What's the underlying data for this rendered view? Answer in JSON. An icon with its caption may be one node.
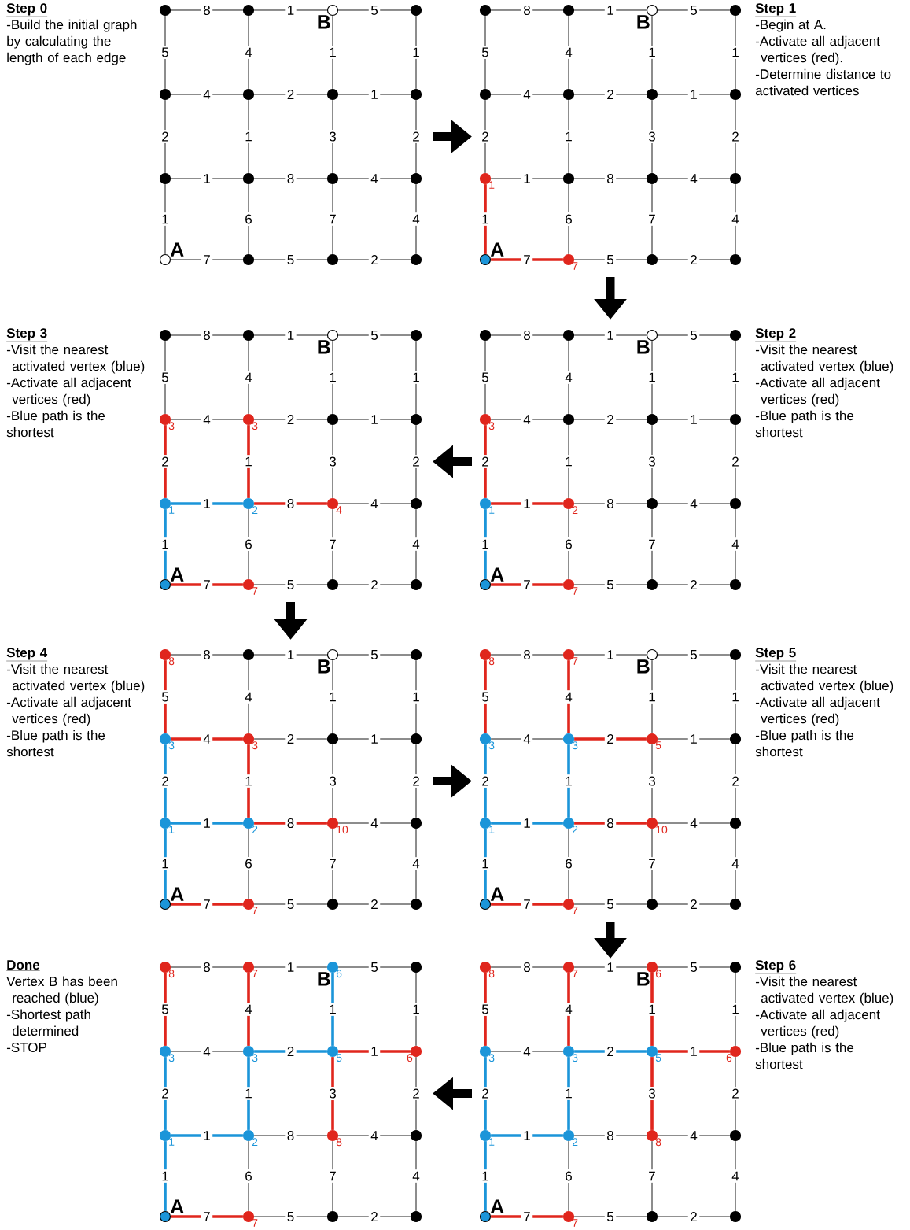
{
  "diagram": {
    "nodes": [
      {
        "text": [],
        "shape": "circle"
      },
      {
        "text": [],
        "shape": "circle"
      },
      {
        "text": [],
        "shape": "circle",
        "beside": [
          "B"
        ]
      },
      {
        "text": [],
        "shape": "circle"
      },
      {
        "text": [],
        "shape": "circle"
      },
      {
        "text": [],
        "shape": "circle"
      },
      {
        "text": [],
        "shape": "circle"
      },
      {
        "text": [],
        "shape": "circle"
      },
      {
        "text": [],
        "shape": "circle"
      },
      {
        "text": [],
        "shape": "circle"
      },
      {
        "text": [],
        "shape": "circle"
      },
      {
        "text": [],
        "shape": "circle"
      },
      {
        "text": [],
        "shape": "circle",
        "beside": [
          "A"
        ]
      },
      {
        "text": [],
        "shape": "circle"
      },
      {
        "text": [],
        "shape": "circle"
      },
      {
        "text": [],
        "shape": "circle"
      },
      {
        "text": [],
        "shape": "circle"
      },
      {
        "text": [],
        "shape": "circle"
      },
      {
        "text": [],
        "shape": "circle",
        "beside": [
          "B"
        ]
      },
      {
        "text": [],
        "shape": "circle"
      },
      {
        "text": [],
        "shape": "circle"
      },
      {
        "text": [],
        "shape": "circle"
      },
      {
        "text": [],
        "shape": "circle"
      },
      {
        "text": [],
        "shape": "circle"
      },
      {
        "text": [],
        "shape": "circle",
        "beside": [
          "1"
        ]
      },
      {
        "text": [],
        "shape": "circle"
      },
      {
        "text": [],
        "shape": "circle"
      },
      {
        "text": [],
        "shape": "circle"
      },
      {
        "text": [],
        "shape": "circle",
        "beside": [
          "A"
        ]
      },
      {
        "text": [],
        "shape": "circle",
        "beside": [
          "7"
        ]
      },
      {
        "text": [],
        "shape": "circle"
      },
      {
        "text": [],
        "shape": "circle"
      },
      {
        "text": [],
        "shape": "circle"
      },
      {
        "text": [],
        "shape": "circle"
      },
      {
        "text": [],
        "shape": "circle",
        "beside": [
          "B"
        ]
      },
      {
        "text": [],
        "shape": "circle"
      },
      {
        "text": [],
        "shape": "circle",
        "beside": [
          "3"
        ]
      },
      {
        "text": [],
        "shape": "circle",
        "beside": [
          "3"
        ]
      },
      {
        "text": [],
        "shape": "circle"
      },
      {
        "text": [],
        "shape": "circle"
      },
      {
        "text": [],
        "shape": "circle",
        "beside": [
          "1"
        ]
      },
      {
        "text": [],
        "shape": "circle",
        "beside": [
          "2"
        ]
      },
      {
        "text": [],
        "shape": "circle",
        "beside": [
          "4"
        ]
      },
      {
        "text": [],
        "shape": "circle"
      },
      {
        "text": [],
        "shape": "circle",
        "beside": [
          "A"
        ]
      },
      {
        "text": [],
        "shape": "circle",
        "beside": [
          "7"
        ]
      },
      {
        "text": [],
        "shape": "circle"
      },
      {
        "text": [],
        "shape": "circle"
      },
      {
        "text": [],
        "shape": "circle"
      },
      {
        "text": [],
        "shape": "circle"
      },
      {
        "text": [],
        "shape": "circle",
        "beside": [
          "B"
        ]
      },
      {
        "text": [],
        "shape": "circle"
      },
      {
        "text": [],
        "shape": "circle",
        "beside": [
          "3"
        ]
      },
      {
        "text": [],
        "shape": "circle"
      },
      {
        "text": [],
        "shape": "circle"
      },
      {
        "text": [],
        "shape": "circle"
      },
      {
        "text": [],
        "shape": "circle",
        "beside": [
          "1"
        ]
      },
      {
        "text": [],
        "shape": "circle",
        "beside": [
          "2"
        ]
      },
      {
        "text": [],
        "shape": "circle"
      },
      {
        "text": [],
        "shape": "circle"
      },
      {
        "text": [],
        "shape": "circle",
        "beside": [
          "A"
        ]
      },
      {
        "text": [],
        "shape": "circle",
        "beside": [
          "7"
        ]
      },
      {
        "text": [],
        "shape": "circle"
      },
      {
        "text": [],
        "shape": "circle"
      },
      {
        "text": [],
        "shape": "circle",
        "beside": [
          "8"
        ]
      },
      {
        "text": [],
        "shape": "circle"
      },
      {
        "text": [],
        "shape": "circle",
        "beside": [
          "B"
        ]
      },
      {
        "text": [],
        "shape": "circle"
      },
      {
        "text": [],
        "shape": "circle",
        "beside": [
          "3"
        ]
      },
      {
        "text": [],
        "shape": "circle",
        "beside": [
          "3"
        ]
      },
      {
        "text": [],
        "shape": "circle"
      },
      {
        "text": [],
        "shape": "circle"
      },
      {
        "text": [],
        "shape": "circle",
        "beside": [
          "1"
        ]
      },
      {
        "text": [],
        "shape": "circle",
        "beside": [
          "2"
        ]
      },
      {
        "text": [],
        "shape": "circle",
        "beside": [
          "10"
        ]
      },
      {
        "text": [],
        "shape": "circle"
      },
      {
        "text": [],
        "shape": "circle",
        "beside": [
          "A"
        ]
      },
      {
        "text": [],
        "shape": "circle",
        "beside": [
          "7"
        ]
      },
      {
        "text": [],
        "shape": "circle"
      },
      {
        "text": [],
        "shape": "circle"
      },
      {
        "text": [],
        "shape": "circle",
        "beside": [
          "8"
        ]
      },
      {
        "text": [],
        "shape": "circle",
        "beside": [
          "7"
        ]
      },
      {
        "text": [],
        "shape": "circle",
        "beside": [
          "B"
        ]
      },
      {
        "text": [],
        "shape": "circle"
      },
      {
        "text": [],
        "shape": "circle",
        "beside": [
          "3"
        ]
      },
      {
        "text": [],
        "shape": "circle",
        "beside": [
          "3"
        ]
      },
      {
        "text": [],
        "shape": "circle",
        "beside": [
          "5"
        ]
      },
      {
        "text": [],
        "shape": "circle"
      },
      {
        "text": [],
        "shape": "circle",
        "beside": [
          "1"
        ]
      },
      {
        "text": [],
        "shape": "circle",
        "beside": [
          "2"
        ]
      },
      {
        "text": [],
        "shape": "circle",
        "beside": [
          "10"
        ]
      },
      {
        "text": [],
        "shape": "circle"
      },
      {
        "text": [],
        "shape": "circle",
        "beside": [
          "A"
        ]
      },
      {
        "text": [],
        "shape": "circle",
        "beside": [
          "7"
        ]
      },
      {
        "text": [],
        "shape": "circle"
      },
      {
        "text": [],
        "shape": "circle"
      },
      {
        "text": [],
        "shape": "circle",
        "beside": [
          "8"
        ]
      },
      {
        "text": [],
        "shape": "circle",
        "beside": [
          "7"
        ]
      },
      {
        "text": [],
        "shape": "circle",
        "beside": [
          "B",
          "6"
        ]
      },
      {
        "text": [],
        "shape": "circle"
      },
      {
        "text": [],
        "shape": "circle",
        "beside": [
          "3"
        ]
      },
      {
        "text": [],
        "shape": "circle",
        "beside": [
          "3"
        ]
      },
      {
        "text": [],
        "shape": "circle",
        "beside": [
          "5"
        ]
      },
      {
        "text": [],
        "shape": "circle",
        "beside": [
          "6"
        ]
      },
      {
        "text": [],
        "shape": "circle",
        "beside": [
          "1"
        ]
      },
      {
        "text": [],
        "shape": "circle",
        "beside": [
          "2"
        ]
      },
      {
        "text": [],
        "shape": "circle",
        "beside": [
          "8"
        ]
      },
      {
        "text": [],
        "shape": "circle"
      },
      {
        "text": [],
        "shape": "circle",
        "beside": [
          "A"
        ]
      },
      {
        "text": [],
        "shape": "circle",
        "beside": [
          "7"
        ]
      },
      {
        "text": [],
        "shape": "circle"
      },
      {
        "text": [],
        "shape": "circle"
      },
      {
        "text": [],
        "shape": "circle",
        "beside": [
          "8"
        ]
      },
      {
        "text": [],
        "shape": "circle",
        "beside": [
          "7"
        ]
      },
      {
        "text": [],
        "shape": "circle",
        "beside": [
          "B",
          "6"
        ]
      },
      {
        "text": [],
        "shape": "circle"
      },
      {
        "text": [],
        "shape": "circle",
        "beside": [
          "3"
        ]
      },
      {
        "text": [],
        "shape": "circle",
        "beside": [
          "3"
        ]
      },
      {
        "text": [],
        "shape": "circle",
        "beside": [
          "5"
        ]
      },
      {
        "text": [],
        "shape": "circle",
        "beside": [
          "6"
        ]
      },
      {
        "text": [],
        "shape": "circle",
        "beside": [
          "1"
        ]
      },
      {
        "text": [],
        "shape": "circle",
        "beside": [
          "2"
        ]
      },
      {
        "text": [],
        "shape": "circle",
        "beside": [
          "8"
        ]
      },
      {
        "text": [],
        "shape": "circle"
      },
      {
        "text": [],
        "shape": "circle",
        "beside": [
          "A"
        ]
      },
      {
        "text": [],
        "shape": "circle",
        "beside": [
          "7"
        ]
      },
      {
        "text": [],
        "shape": "circle"
      },
      {
        "text": [],
        "shape": "circle"
      }
    ],
    "edges": [
      {
        "from": 0,
        "to": 1,
        "arrow": "none",
        "label": "8"
      },
      {
        "from": 1,
        "to": 2,
        "arrow": "none",
        "label": "1"
      },
      {
        "from": 2,
        "to": 3,
        "arrow": "none",
        "label": "5"
      },
      {
        "from": 0,
        "to": 4,
        "arrow": "none",
        "label": "5"
      },
      {
        "from": 1,
        "to": 5,
        "arrow": "none",
        "label": "4"
      },
      {
        "from": 2,
        "to": 6,
        "arrow": "none",
        "label": "1"
      },
      {
        "from": 3,
        "to": 7,
        "arrow": "none",
        "label": "1"
      },
      {
        "from": 4,
        "to": 5,
        "arrow": "none",
        "label": "4"
      },
      {
        "from": 5,
        "to": 6,
        "arrow": "none",
        "label": "2"
      },
      {
        "from": 6,
        "to": 7,
        "arrow": "none",
        "label": "1"
      },
      {
        "from": 4,
        "to": 8,
        "arrow": "none",
        "label": "2"
      },
      {
        "from": 5,
        "to": 9,
        "arrow": "none",
        "label": "1"
      },
      {
        "from": 6,
        "to": 10,
        "arrow": "none",
        "label": "3"
      },
      {
        "from": 7,
        "to": 11,
        "arrow": "none",
        "label": "2"
      },
      {
        "from": 8,
        "to": 9,
        "arrow": "none",
        "label": "1"
      },
      {
        "from": 9,
        "to": 10,
        "arrow": "none",
        "label": "8"
      },
      {
        "from": 10,
        "to": 11,
        "arrow": "none",
        "label": "4"
      },
      {
        "from": 8,
        "to": 12,
        "arrow": "none",
        "label": "1"
      },
      {
        "from": 9,
        "to": 13,
        "arrow": "none",
        "label": "6"
      },
      {
        "from": 10,
        "to": 14,
        "arrow": "none",
        "label": "7"
      },
      {
        "from": 11,
        "to": 15,
        "arrow": "none",
        "label": "4"
      },
      {
        "from": 12,
        "to": 13,
        "arrow": "none",
        "label": "7"
      },
      {
        "from": 13,
        "to": 14,
        "arrow": "none",
        "label": "5"
      },
      {
        "from": 14,
        "to": 15,
        "arrow": "none",
        "label": "2"
      },
      {
        "from": 16,
        "to": 17,
        "arrow": "none",
        "label": "8"
      },
      {
        "from": 17,
        "to": 18,
        "arrow": "none",
        "label": "1"
      },
      {
        "from": 18,
        "to": 19,
        "arrow": "none",
        "label": "5"
      },
      {
        "from": 16,
        "to": 20,
        "arrow": "none",
        "label": "5"
      },
      {
        "from": 17,
        "to": 21,
        "arrow": "none",
        "label": "4"
      },
      {
        "from": 18,
        "to": 22,
        "arrow": "none",
        "label": "1"
      },
      {
        "from": 19,
        "to": 23,
        "arrow": "none",
        "label": "1"
      },
      {
        "from": 20,
        "to": 21,
        "arrow": "none",
        "label": "4"
      },
      {
        "from": 21,
        "to": 22,
        "arrow": "none",
        "label": "2"
      },
      {
        "from": 22,
        "to": 23,
        "arrow": "none",
        "label": "1"
      },
      {
        "from": 20,
        "to": 24,
        "arrow": "none",
        "label": "2"
      },
      {
        "from": 21,
        "to": 25,
        "arrow": "none",
        "label": "1"
      },
      {
        "from": 22,
        "to": 26,
        "arrow": "none",
        "label": "3"
      },
      {
        "from": 23,
        "to": 27,
        "arrow": "none",
        "label": "2"
      },
      {
        "from": 24,
        "to": 25,
        "arrow": "none",
        "label": "1"
      },
      {
        "from": 25,
        "to": 26,
        "arrow": "none",
        "label": "8"
      },
      {
        "from": 26,
        "to": 27,
        "arrow": "none",
        "label": "4"
      },
      {
        "from": 24,
        "to": 28,
        "arrow": "none",
        "label": "1",
        "style": "thick",
        "color": "#e0261d"
      },
      {
        "from": 25,
        "to": 29,
        "arrow": "none",
        "label": "6"
      },
      {
        "from": 26,
        "to": 30,
        "arrow": "none",
        "label": "7"
      },
      {
        "from": 27,
        "to": 31,
        "arrow": "none",
        "label": "4"
      },
      {
        "from": 28,
        "to": 29,
        "arrow": "none",
        "label": "7",
        "style": "thick",
        "color": "#e0261d"
      },
      {
        "from": 29,
        "to": 30,
        "arrow": "none",
        "label": "5"
      },
      {
        "from": 30,
        "to": 31,
        "arrow": "none",
        "label": "2"
      },
      {
        "from": 32,
        "to": 33,
        "arrow": "none",
        "label": "8"
      },
      {
        "from": 33,
        "to": 34,
        "arrow": "none",
        "label": "1"
      },
      {
        "from": 34,
        "to": 35,
        "arrow": "none",
        "label": "5"
      },
      {
        "from": 32,
        "to": 36,
        "arrow": "none",
        "label": "5"
      },
      {
        "from": 33,
        "to": 37,
        "arrow": "none",
        "label": "4"
      },
      {
        "from": 34,
        "to": 38,
        "arrow": "none",
        "label": "1"
      },
      {
        "from": 35,
        "to": 39,
        "arrow": "none",
        "label": "1"
      },
      {
        "from": 36,
        "to": 37,
        "arrow": "none",
        "label": "4"
      },
      {
        "from": 37,
        "to": 38,
        "arrow": "none",
        "label": "2"
      },
      {
        "from": 38,
        "to": 39,
        "arrow": "none",
        "label": "1"
      },
      {
        "from": 36,
        "to": 40,
        "arrow": "none",
        "label": "2",
        "style": "thick",
        "color": "#e0261d"
      },
      {
        "from": 37,
        "to": 41,
        "arrow": "none",
        "label": "1",
        "style": "thick",
        "color": "#e0261d"
      },
      {
        "from": 38,
        "to": 42,
        "arrow": "none",
        "label": "3"
      },
      {
        "from": 39,
        "to": 43,
        "arrow": "none",
        "label": "2"
      },
      {
        "from": 40,
        "to": 41,
        "arrow": "none",
        "label": "1",
        "style": "thick",
        "color": "#1b95d9"
      },
      {
        "from": 41,
        "to": 42,
        "arrow": "none",
        "label": "8",
        "style": "thick",
        "color": "#e0261d"
      },
      {
        "from": 42,
        "to": 43,
        "arrow": "none",
        "label": "4"
      },
      {
        "from": 40,
        "to": 44,
        "arrow": "none",
        "label": "1",
        "style": "thick",
        "color": "#1b95d9"
      },
      {
        "from": 41,
        "to": 45,
        "arrow": "none",
        "label": "6"
      },
      {
        "from": 42,
        "to": 46,
        "arrow": "none",
        "label": "7"
      },
      {
        "from": 43,
        "to": 47,
        "arrow": "none",
        "label": "4"
      },
      {
        "from": 44,
        "to": 45,
        "arrow": "none",
        "label": "7",
        "style": "thick",
        "color": "#e0261d"
      },
      {
        "from": 45,
        "to": 46,
        "arrow": "none",
        "label": "5"
      },
      {
        "from": 46,
        "to": 47,
        "arrow": "none",
        "label": "2"
      },
      {
        "from": 48,
        "to": 49,
        "arrow": "none",
        "label": "8"
      },
      {
        "from": 49,
        "to": 50,
        "arrow": "none",
        "label": "1"
      },
      {
        "from": 50,
        "to": 51,
        "arrow": "none",
        "label": "5"
      },
      {
        "from": 48,
        "to": 52,
        "arrow": "none",
        "label": "5"
      },
      {
        "from": 49,
        "to": 53,
        "arrow": "none",
        "label": "4"
      },
      {
        "from": 50,
        "to": 54,
        "arrow": "none",
        "label": "1"
      },
      {
        "from": 51,
        "to": 55,
        "arrow": "none",
        "label": "1"
      },
      {
        "from": 52,
        "to": 53,
        "arrow": "none",
        "label": "4"
      },
      {
        "from": 53,
        "to": 54,
        "arrow": "none",
        "label": "2"
      },
      {
        "from": 54,
        "to": 55,
        "arrow": "none",
        "label": "1"
      },
      {
        "from": 52,
        "to": 56,
        "arrow": "none",
        "label": "2",
        "style": "thick",
        "color": "#e0261d"
      },
      {
        "from": 53,
        "to": 57,
        "arrow": "none",
        "label": "1"
      },
      {
        "from": 54,
        "to": 58,
        "arrow": "none",
        "label": "3"
      },
      {
        "from": 55,
        "to": 59,
        "arrow": "none",
        "label": "2"
      },
      {
        "from": 56,
        "to": 57,
        "arrow": "none",
        "label": "1",
        "style": "thick",
        "color": "#e0261d"
      },
      {
        "from": 57,
        "to": 58,
        "arrow": "none",
        "label": "8"
      },
      {
        "from": 58,
        "to": 59,
        "arrow": "none",
        "label": "4"
      },
      {
        "from": 56,
        "to": 60,
        "arrow": "none",
        "label": "1",
        "style": "thick",
        "color": "#1b95d9"
      },
      {
        "from": 57,
        "to": 61,
        "arrow": "none",
        "label": "6"
      },
      {
        "from": 58,
        "to": 62,
        "arrow": "none",
        "label": "7"
      },
      {
        "from": 59,
        "to": 63,
        "arrow": "none",
        "label": "4"
      },
      {
        "from": 60,
        "to": 61,
        "arrow": "none",
        "label": "7",
        "style": "thick",
        "color": "#e0261d"
      },
      {
        "from": 61,
        "to": 62,
        "arrow": "none",
        "label": "5"
      },
      {
        "from": 62,
        "to": 63,
        "arrow": "none",
        "label": "2"
      },
      {
        "from": 64,
        "to": 65,
        "arrow": "none",
        "label": "8"
      },
      {
        "from": 65,
        "to": 66,
        "arrow": "none",
        "label": "1"
      },
      {
        "from": 66,
        "to": 67,
        "arrow": "none",
        "label": "5"
      },
      {
        "from": 64,
        "to": 68,
        "arrow": "none",
        "label": "5",
        "style": "thick",
        "color": "#e0261d"
      },
      {
        "from": 65,
        "to": 69,
        "arrow": "none",
        "label": "4"
      },
      {
        "from": 66,
        "to": 70,
        "arrow": "none",
        "label": "1"
      },
      {
        "from": 67,
        "to": 71,
        "arrow": "none",
        "label": "1"
      },
      {
        "from": 68,
        "to": 69,
        "arrow": "none",
        "label": "4",
        "style": "thick",
        "color": "#e0261d"
      },
      {
        "from": 69,
        "to": 70,
        "arrow": "none",
        "label": "2"
      },
      {
        "from": 70,
        "to": 71,
        "arrow": "none",
        "label": "1"
      },
      {
        "from": 68,
        "to": 72,
        "arrow": "none",
        "label": "2",
        "style": "thick",
        "color": "#1b95d9"
      },
      {
        "from": 69,
        "to": 73,
        "arrow": "none",
        "label": "1",
        "style": "thick",
        "color": "#e0261d"
      },
      {
        "from": 70,
        "to": 74,
        "arrow": "none",
        "label": "3"
      },
      {
        "from": 71,
        "to": 75,
        "arrow": "none",
        "label": "2"
      },
      {
        "from": 72,
        "to": 73,
        "arrow": "none",
        "label": "1",
        "style": "thick",
        "color": "#1b95d9"
      },
      {
        "from": 73,
        "to": 74,
        "arrow": "none",
        "label": "8",
        "style": "thick",
        "color": "#e0261d"
      },
      {
        "from": 74,
        "to": 75,
        "arrow": "none",
        "label": "4"
      },
      {
        "from": 72,
        "to": 76,
        "arrow": "none",
        "label": "1",
        "style": "thick",
        "color": "#1b95d9"
      },
      {
        "from": 73,
        "to": 77,
        "arrow": "none",
        "label": "6"
      },
      {
        "from": 74,
        "to": 78,
        "arrow": "none",
        "label": "7"
      },
      {
        "from": 75,
        "to": 79,
        "arrow": "none",
        "label": "4"
      },
      {
        "from": 76,
        "to": 77,
        "arrow": "none",
        "label": "7",
        "style": "thick",
        "color": "#e0261d"
      },
      {
        "from": 77,
        "to": 78,
        "arrow": "none",
        "label": "5"
      },
      {
        "from": 78,
        "to": 79,
        "arrow": "none",
        "label": "2"
      },
      {
        "from": 80,
        "to": 81,
        "arrow": "none",
        "label": "8"
      },
      {
        "from": 81,
        "to": 82,
        "arrow": "none",
        "label": "1"
      },
      {
        "from": 82,
        "to": 83,
        "arrow": "none",
        "label": "5"
      },
      {
        "from": 80,
        "to": 84,
        "arrow": "none",
        "label": "5",
        "style": "thick",
        "color": "#e0261d"
      },
      {
        "from": 81,
        "to": 85,
        "arrow": "none",
        "label": "4",
        "style": "thick",
        "color": "#e0261d"
      },
      {
        "from": 82,
        "to": 86,
        "arrow": "none",
        "label": "1"
      },
      {
        "from": 83,
        "to": 87,
        "arrow": "none",
        "label": "1"
      },
      {
        "from": 84,
        "to": 85,
        "arrow": "none",
        "label": "4"
      },
      {
        "from": 85,
        "to": 86,
        "arrow": "none",
        "label": "2",
        "style": "thick",
        "color": "#e0261d"
      },
      {
        "from": 86,
        "to": 87,
        "arrow": "none",
        "label": "1"
      },
      {
        "from": 84,
        "to": 88,
        "arrow": "none",
        "label": "2",
        "style": "thick",
        "color": "#1b95d9"
      },
      {
        "from": 85,
        "to": 89,
        "arrow": "none",
        "label": "1",
        "style": "thick",
        "color": "#1b95d9"
      },
      {
        "from": 86,
        "to": 90,
        "arrow": "none",
        "label": "3"
      },
      {
        "from": 87,
        "to": 91,
        "arrow": "none",
        "label": "2"
      },
      {
        "from": 88,
        "to": 89,
        "arrow": "none",
        "label": "1",
        "style": "thick",
        "color": "#1b95d9"
      },
      {
        "from": 89,
        "to": 90,
        "arrow": "none",
        "label": "8",
        "style": "thick",
        "color": "#e0261d"
      },
      {
        "from": 90,
        "to": 91,
        "arrow": "none",
        "label": "4"
      },
      {
        "from": 88,
        "to": 92,
        "arrow": "none",
        "label": "1",
        "style": "thick",
        "color": "#1b95d9"
      },
      {
        "from": 89,
        "to": 93,
        "arrow": "none",
        "label": "6"
      },
      {
        "from": 90,
        "to": 94,
        "arrow": "none",
        "label": "7"
      },
      {
        "from": 91,
        "to": 95,
        "arrow": "none",
        "label": "4"
      },
      {
        "from": 92,
        "to": 93,
        "arrow": "none",
        "label": "7",
        "style": "thick",
        "color": "#e0261d"
      },
      {
        "from": 93,
        "to": 94,
        "arrow": "none",
        "label": "5"
      },
      {
        "from": 94,
        "to": 95,
        "arrow": "none",
        "label": "2"
      },
      {
        "from": 96,
        "to": 97,
        "arrow": "none",
        "label": "8"
      },
      {
        "from": 97,
        "to": 98,
        "arrow": "none",
        "label": "1"
      },
      {
        "from": 98,
        "to": 99,
        "arrow": "none",
        "label": "5"
      },
      {
        "from": 96,
        "to": 100,
        "arrow": "none",
        "label": "5",
        "style": "thick",
        "color": "#e0261d"
      },
      {
        "from": 97,
        "to": 101,
        "arrow": "none",
        "label": "4",
        "style": "thick",
        "color": "#e0261d"
      },
      {
        "from": 98,
        "to": 102,
        "arrow": "none",
        "label": "1",
        "style": "thick",
        "color": "#1b95d9"
      },
      {
        "from": 99,
        "to": 103,
        "arrow": "none",
        "label": "1"
      },
      {
        "from": 100,
        "to": 101,
        "arrow": "none",
        "label": "4"
      },
      {
        "from": 101,
        "to": 102,
        "arrow": "none",
        "label": "2",
        "style": "thick",
        "color": "#1b95d9"
      },
      {
        "from": 102,
        "to": 103,
        "arrow": "none",
        "label": "1",
        "style": "thick",
        "color": "#e0261d"
      },
      {
        "from": 100,
        "to": 104,
        "arrow": "none",
        "label": "2",
        "style": "thick",
        "color": "#1b95d9"
      },
      {
        "from": 101,
        "to": 105,
        "arrow": "none",
        "label": "1",
        "style": "thick",
        "color": "#1b95d9"
      },
      {
        "from": 102,
        "to": 106,
        "arrow": "none",
        "label": "3",
        "style": "thick",
        "color": "#e0261d"
      },
      {
        "from": 103,
        "to": 107,
        "arrow": "none",
        "label": "2"
      },
      {
        "from": 104,
        "to": 105,
        "arrow": "none",
        "label": "1",
        "style": "thick",
        "color": "#1b95d9"
      },
      {
        "from": 105,
        "to": 106,
        "arrow": "none",
        "label": "8"
      },
      {
        "from": 106,
        "to": 107,
        "arrow": "none",
        "label": "4"
      },
      {
        "from": 104,
        "to": 108,
        "arrow": "none",
        "label": "1",
        "style": "thick",
        "color": "#1b95d9"
      },
      {
        "from": 105,
        "to": 109,
        "arrow": "none",
        "label": "6"
      },
      {
        "from": 106,
        "to": 110,
        "arrow": "none",
        "label": "7"
      },
      {
        "from": 107,
        "to": 111,
        "arrow": "none",
        "label": "4"
      },
      {
        "from": 108,
        "to": 109,
        "arrow": "none",
        "label": "7",
        "style": "thick",
        "color": "#e0261d"
      },
      {
        "from": 109,
        "to": 110,
        "arrow": "none",
        "label": "5"
      },
      {
        "from": 110,
        "to": 111,
        "arrow": "none",
        "label": "2"
      },
      {
        "from": 112,
        "to": 113,
        "arrow": "none",
        "label": "8"
      },
      {
        "from": 113,
        "to": 114,
        "arrow": "none",
        "label": "1"
      },
      {
        "from": 114,
        "to": 115,
        "arrow": "none",
        "label": "5"
      },
      {
        "from": 112,
        "to": 116,
        "arrow": "none",
        "label": "5",
        "style": "thick",
        "color": "#e0261d"
      },
      {
        "from": 113,
        "to": 117,
        "arrow": "none",
        "label": "4",
        "style": "thick",
        "color": "#e0261d"
      },
      {
        "from": 114,
        "to": 118,
        "arrow": "none",
        "label": "1",
        "style": "thick",
        "color": "#e0261d"
      },
      {
        "from": 115,
        "to": 119,
        "arrow": "none",
        "label": "1"
      },
      {
        "from": 116,
        "to": 117,
        "arrow": "none",
        "label": "4"
      },
      {
        "from": 117,
        "to": 118,
        "arrow": "none",
        "label": "2",
        "style": "thick",
        "color": "#1b95d9"
      },
      {
        "from": 118,
        "to": 119,
        "arrow": "none",
        "label": "1",
        "style": "thick",
        "color": "#e0261d"
      },
      {
        "from": 116,
        "to": 120,
        "arrow": "none",
        "label": "2",
        "style": "thick",
        "color": "#1b95d9"
      },
      {
        "from": 117,
        "to": 121,
        "arrow": "none",
        "label": "1",
        "style": "thick",
        "color": "#1b95d9"
      },
      {
        "from": 118,
        "to": 122,
        "arrow": "none",
        "label": "3",
        "style": "thick",
        "color": "#e0261d"
      },
      {
        "from": 119,
        "to": 123,
        "arrow": "none",
        "label": "2"
      },
      {
        "from": 120,
        "to": 121,
        "arrow": "none",
        "label": "1",
        "style": "thick",
        "color": "#1b95d9"
      },
      {
        "from": 121,
        "to": 122,
        "arrow": "none",
        "label": "8"
      },
      {
        "from": 122,
        "to": 123,
        "arrow": "none",
        "label": "4"
      },
      {
        "from": 120,
        "to": 124,
        "arrow": "none",
        "label": "1",
        "style": "thick",
        "color": "#1b95d9"
      },
      {
        "from": 121,
        "to": 125,
        "arrow": "none",
        "label": "6"
      },
      {
        "from": 122,
        "to": 126,
        "arrow": "none",
        "label": "7"
      },
      {
        "from": 123,
        "to": 127,
        "arrow": "none",
        "label": "4"
      },
      {
        "from": 124,
        "to": 125,
        "arrow": "none",
        "label": "7",
        "style": "thick",
        "color": "#e0261d"
      },
      {
        "from": 125,
        "to": 126,
        "arrow": "none",
        "label": "5"
      },
      {
        "from": 126,
        "to": 127,
        "arrow": "none",
        "label": "2"
      }
    ],
    "labels": [
      "Step 0",
      "-Build the initial graph by calculating the length of each edge",
      "Step 1",
      "-Begin at A.",
      "-Activate all adjacent vertices (red).",
      "-Determine distance to activated vertices",
      "Step 3",
      "-Visit the nearest activated vertex (blue)",
      "-Activate all adjacent vertices (red)",
      "-Blue path is the shortest",
      "Step 2",
      "-Visit the nearest activated vertex (blue)",
      "-Activate all adjacent vertices (red)",
      "-Blue path is the shortest",
      "Step 4",
      "-Visit the nearest activated vertex (blue)",
      "-Activate all adjacent vertices (red)",
      "-Blue path is the shortest",
      "Step 5",
      "-Visit the nearest activated vertex (blue)",
      "-Activate all adjacent vertices (red)",
      "-Blue path is the shortest",
      "Done",
      "Vertex B has been reached (blue)",
      "-Shortest path determined",
      "-STOP",
      "Step 6",
      "-Visit the nearest activated vertex (blue)",
      "-Activate all adjacent vertices (red)",
      "-Blue path is the shortest"
    ]
  }
}
